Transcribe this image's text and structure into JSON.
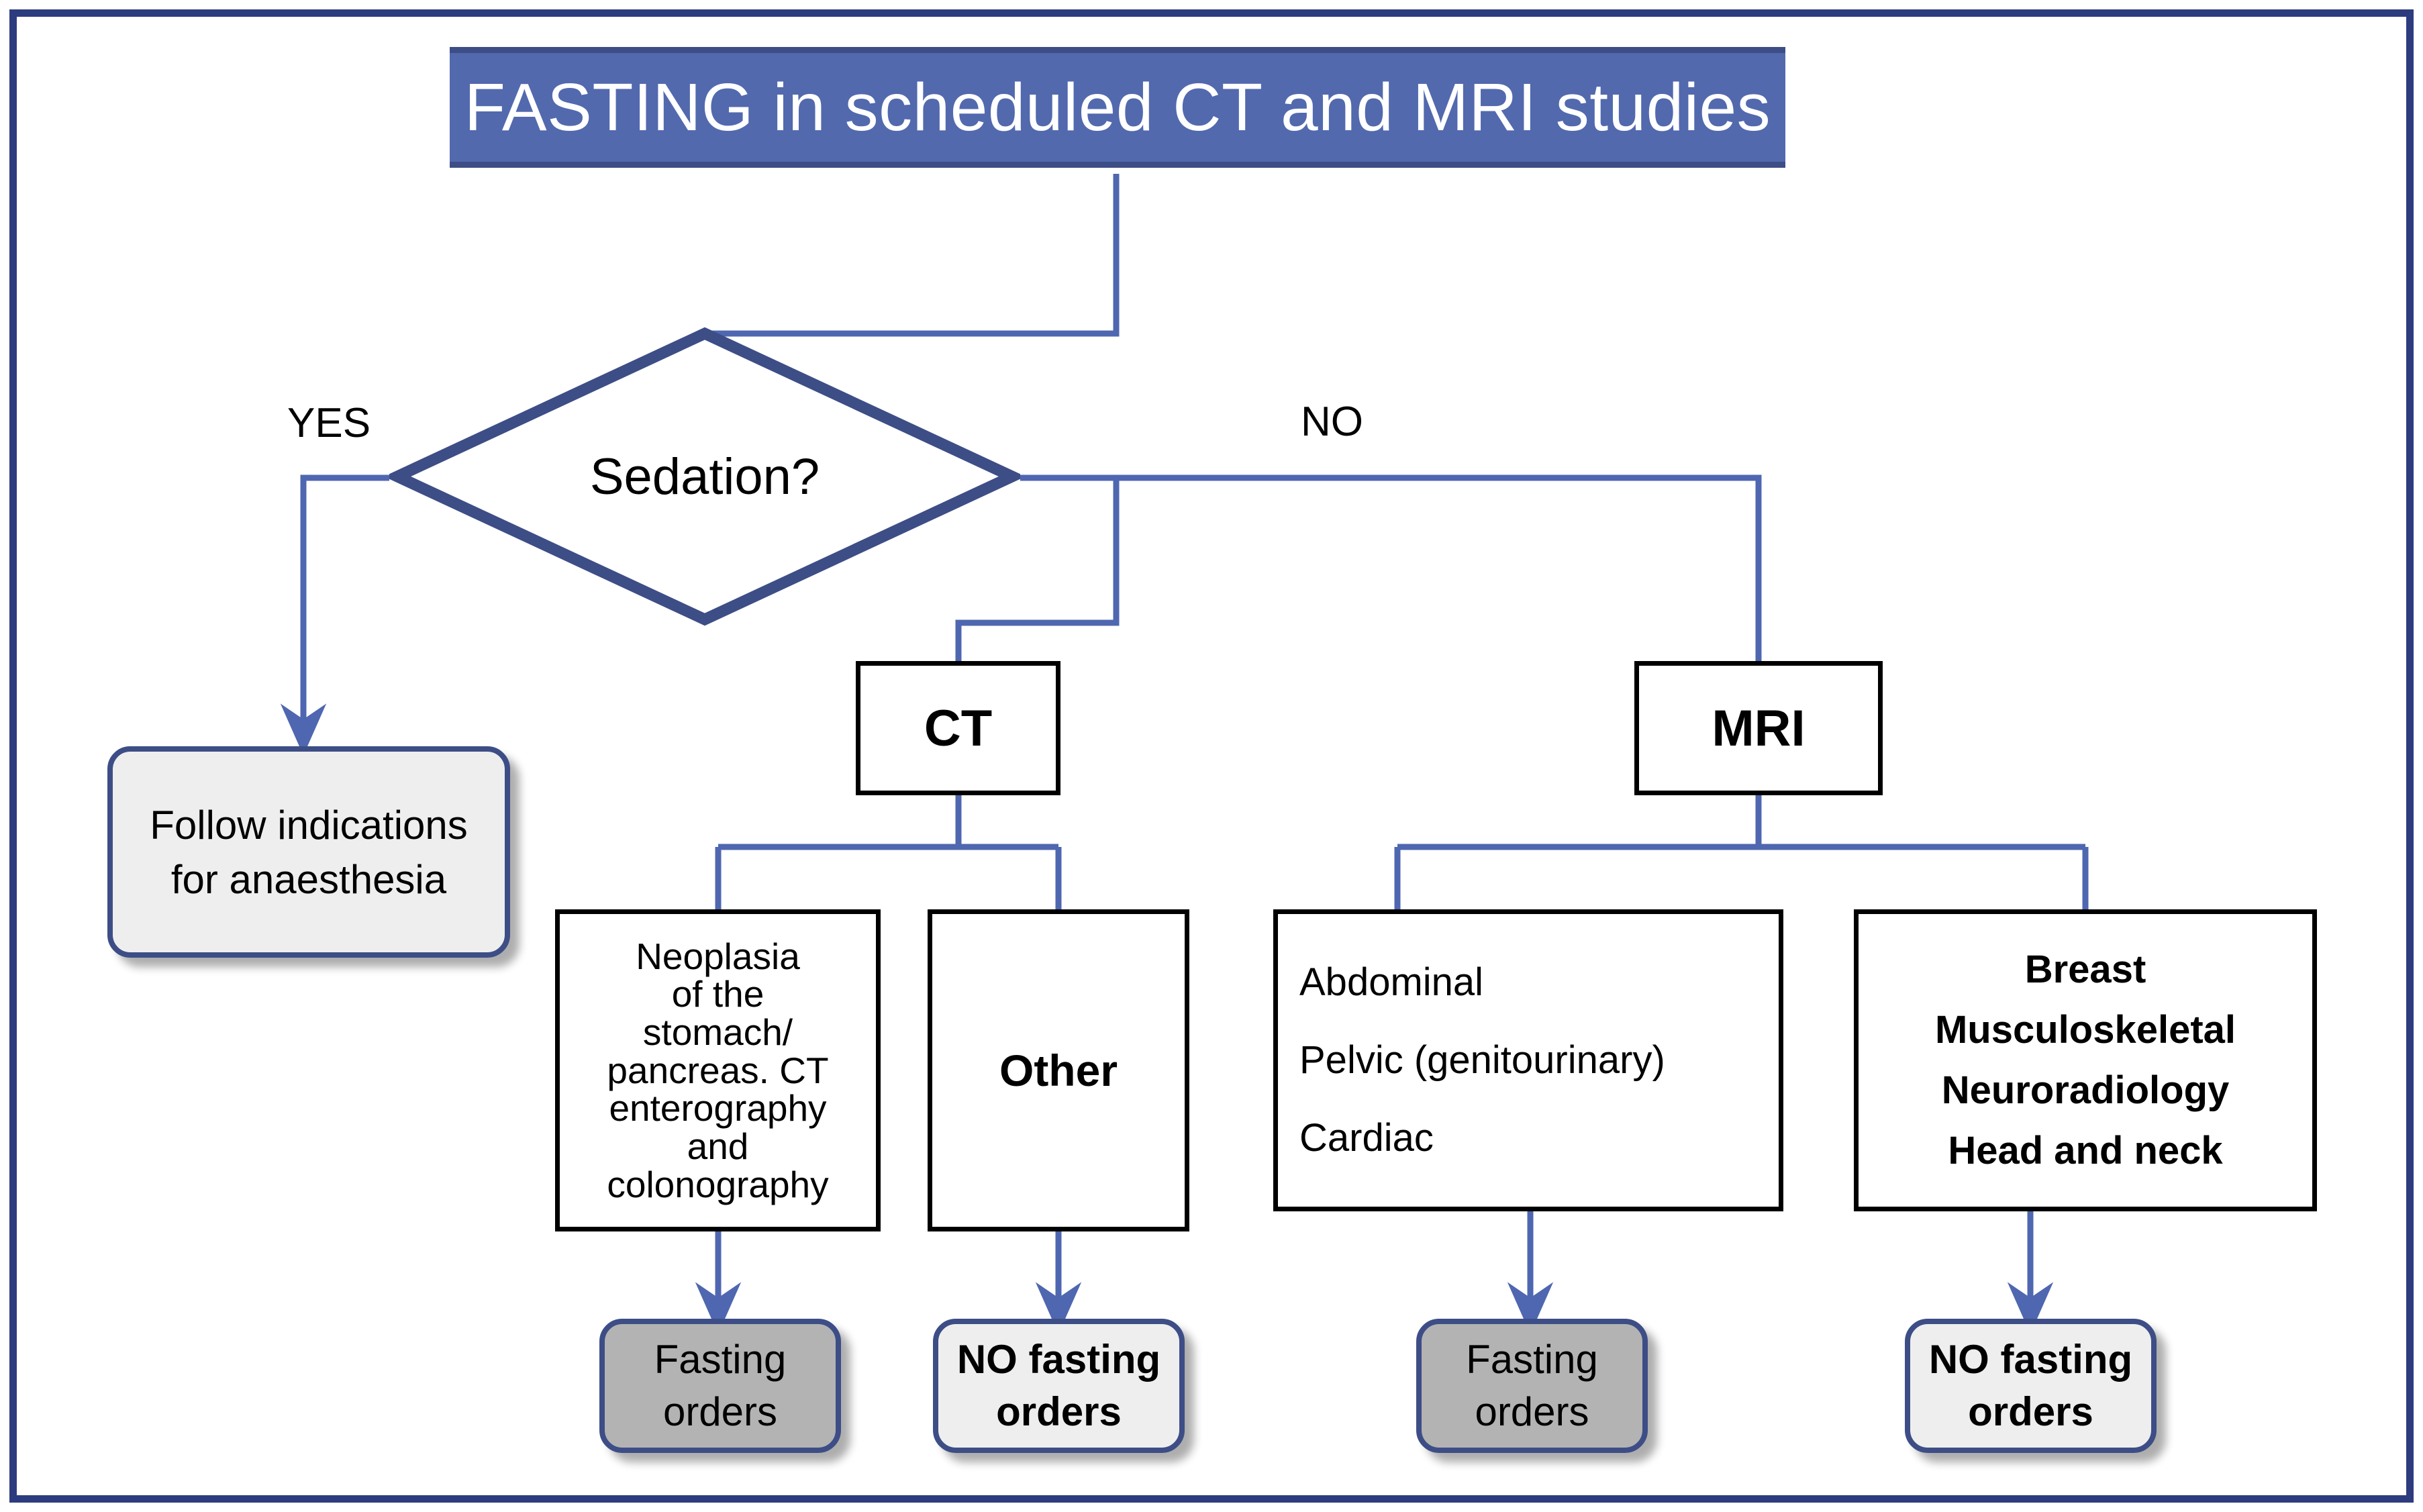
{
  "diagram": {
    "type": "flowchart",
    "title": "FASTING in scheduled CT and MRI studies",
    "colors": {
      "frame_border": "#2d3c7f",
      "title_fill": "#5269ae",
      "title_text": "#ffffff",
      "connector_line": "#4f67b0",
      "diamond_stroke": "#3d4d86",
      "rect_stroke": "#000000",
      "terminator_stroke": "#3d4d86",
      "terminator_fill_light": "#eeeeee",
      "terminator_fill_grey": "#b3b3b3"
    },
    "decision": {
      "label": "Sedation?",
      "branch_yes": "YES",
      "branch_no": "NO"
    },
    "nodes": {
      "anaesthesia": "Follow indications\nfor anaesthesia",
      "ct": "CT",
      "mri": "MRI",
      "neoplasia": "Neoplasia\nof the\nstomach/\npancreas. CT\nenterography\nand\ncolonography",
      "other": "Other",
      "mri_fasting_list": "Abdominal\nPelvic (genitourinary)\nCardiac",
      "mri_nofasting_list": "Breast\nMusculoskeletal\nNeuroradiology\nHead and neck",
      "fasting_orders_ct": "Fasting\norders",
      "no_fasting_orders_ct": "NO fasting\norders",
      "fasting_orders_mri": "Fasting\norders",
      "no_fasting_orders_mri": "NO fasting\norders"
    }
  }
}
